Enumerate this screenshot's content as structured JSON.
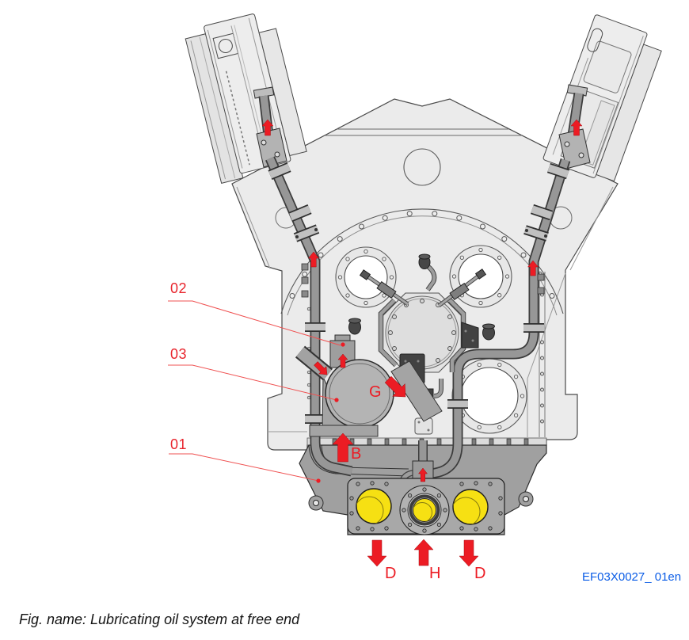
{
  "figure": {
    "caption": "Fig. name: Lubricating oil system at free end",
    "reference": "EF03X0027_ 01en"
  },
  "callouts": [
    {
      "id": "02"
    },
    {
      "id": "03"
    },
    {
      "id": "01"
    }
  ],
  "flow_markers": {
    "b": "B",
    "g": "G",
    "h": "H",
    "d_left": "D",
    "d_right": "D"
  },
  "colors": {
    "marker_red": "#ec1c24",
    "reference_blue": "#0a5ce6",
    "port_yellow": "#f6e013"
  }
}
